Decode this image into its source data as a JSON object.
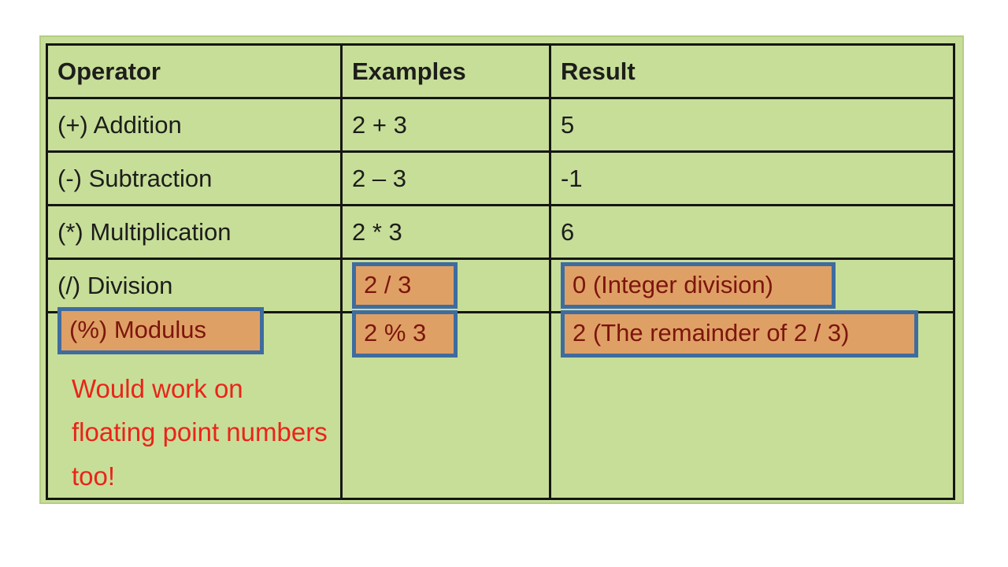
{
  "colors": {
    "panel_green": "#c7de99",
    "panel_edge_green": "#b6cd85",
    "grid_black": "#161613",
    "highlight_orange": "#dfa066",
    "highlight_border_blue": "#3f6c9f",
    "highlight_text_maroon": "#7c150c",
    "note_red": "#ea2418",
    "page_background": "#ffffff"
  },
  "table": {
    "columns": [
      "Operator",
      "Examples",
      "Result"
    ],
    "rows": [
      {
        "operator": "(+) Addition",
        "example": "2 + 3",
        "result": "5"
      },
      {
        "operator": "(-) Subtraction",
        "example": "2 – 3",
        "result": "-1"
      },
      {
        "operator": "(*) Multiplication",
        "example": "2 * 3",
        "result": "6"
      },
      {
        "operator": "(/) Division",
        "example": "2 / 3",
        "result": "0 (Integer division)"
      },
      {
        "operator": "(%) Modulus",
        "example": "2 % 3",
        "result": "2 (The remainder of 2 / 3)"
      }
    ],
    "note": "Would work on floating point numbers too!"
  }
}
